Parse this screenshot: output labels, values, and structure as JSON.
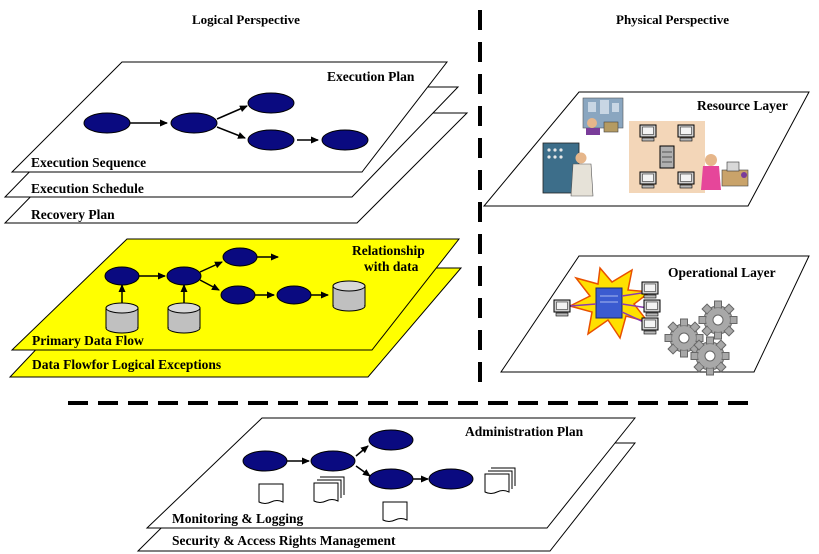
{
  "headers": {
    "logical": "Logical Perspective",
    "physical": "Physical Perspective"
  },
  "execution": {
    "plan_label": "Execution Plan",
    "sequence_label": "Execution Sequence",
    "schedule_label": "Execution Schedule",
    "recovery_label": "Recovery Plan"
  },
  "dataflow": {
    "relationship_line1": "Relationship",
    "relationship_line2": "with data",
    "primary_label": "Primary Data Flow",
    "exceptions_label": "Data Flowfor Logical Exceptions"
  },
  "physical": {
    "resource_label": "Resource Layer",
    "operational_label": "Operational Layer"
  },
  "administration": {
    "plan_label": "Administration Plan",
    "monitoring_label": "Monitoring & Logging",
    "security_label": "Security & Access Rights Management"
  },
  "colors": {
    "node_fill": "#0a0a80",
    "dataflow_fill": "#ffff00",
    "line": "#000000"
  }
}
